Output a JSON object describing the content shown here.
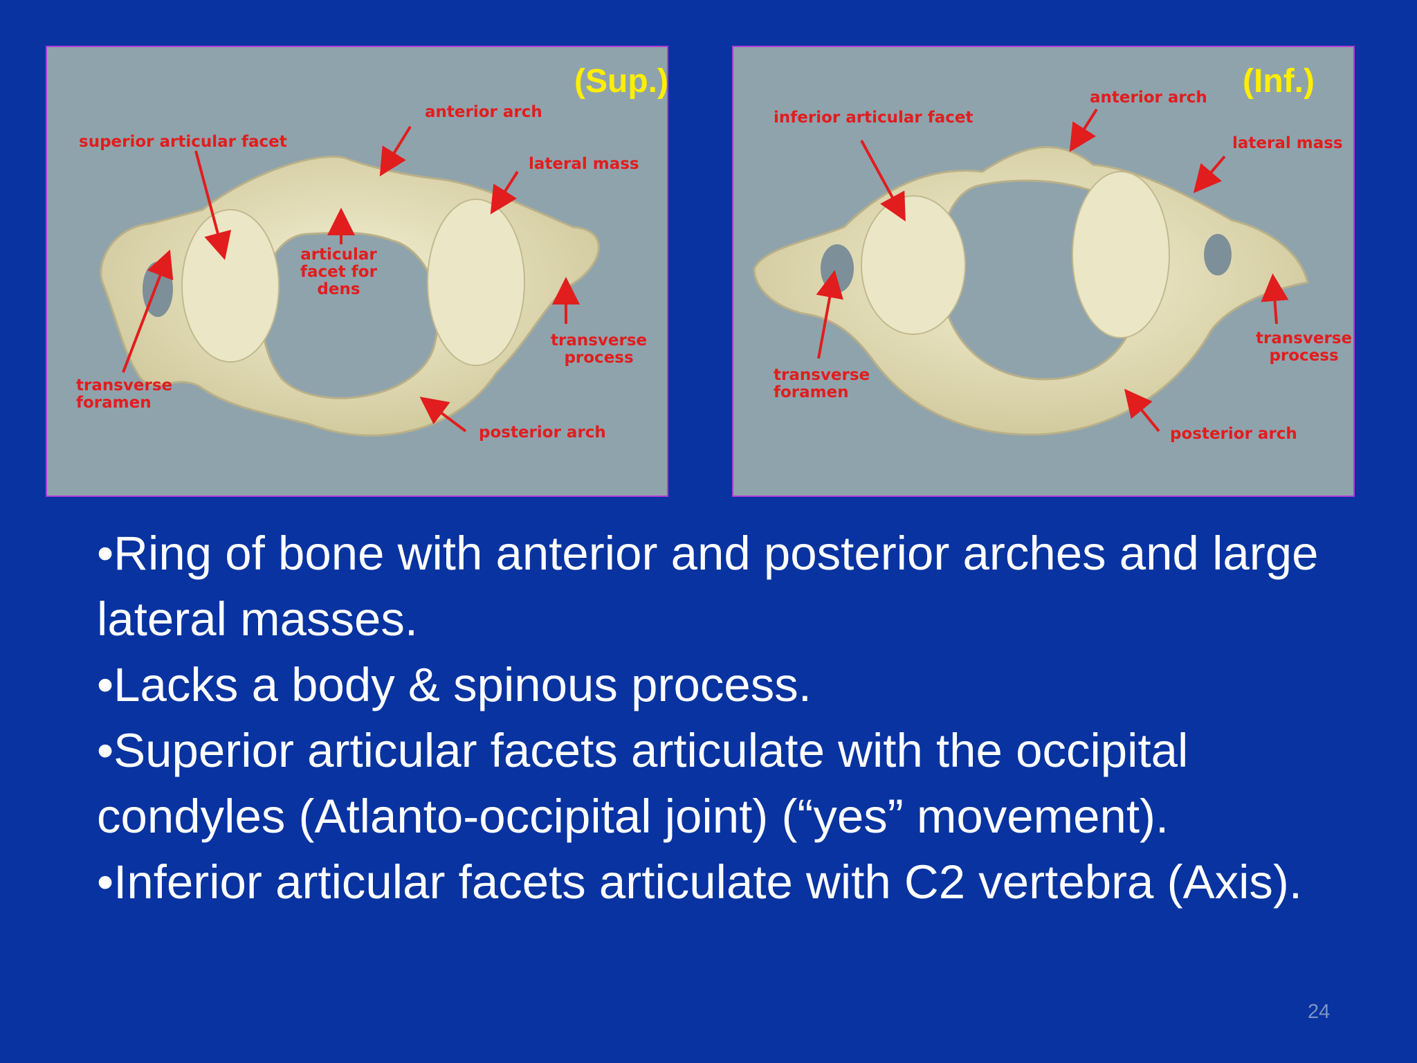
{
  "panels": {
    "superior": {
      "tag": "(Sup.)",
      "labels": {
        "superior_articular_facet": "superior articular facet",
        "anterior_arch": "anterior arch",
        "lateral_mass": "lateral mass",
        "articular_facet_for_dens": "articular\nfacet for\ndens",
        "transverse_process": "transverse\nprocess",
        "transverse_foramen": "transverse\nforamen",
        "posterior_arch": "posterior arch"
      }
    },
    "inferior": {
      "tag": "(Inf.)",
      "labels": {
        "inferior_articular_facet": "inferior articular facet",
        "anterior_arch": "anterior arch",
        "lateral_mass": "lateral mass",
        "transverse_process": "transverse\nprocess",
        "transverse_foramen": "transverse\nforamen",
        "posterior_arch": "posterior arch"
      }
    }
  },
  "bullets": [
    "•Ring of bone with anterior and posterior arches and large lateral masses.",
    "•Lacks a body  & spinous process.",
    "•Superior articular facets articulate with the occipital condyles (Atlanto-occipital joint) (“yes” movement).",
    "•Inferior articular facets articulate with C2 vertebra (Axis)."
  ],
  "slide_number": "24",
  "colors": {
    "background": "#0833a0",
    "photo_background": "#8fa3ad",
    "frame": "#b33ad8",
    "tag": "#ffee00",
    "label": "#e11d1d",
    "bone": "#e7e2bd"
  }
}
